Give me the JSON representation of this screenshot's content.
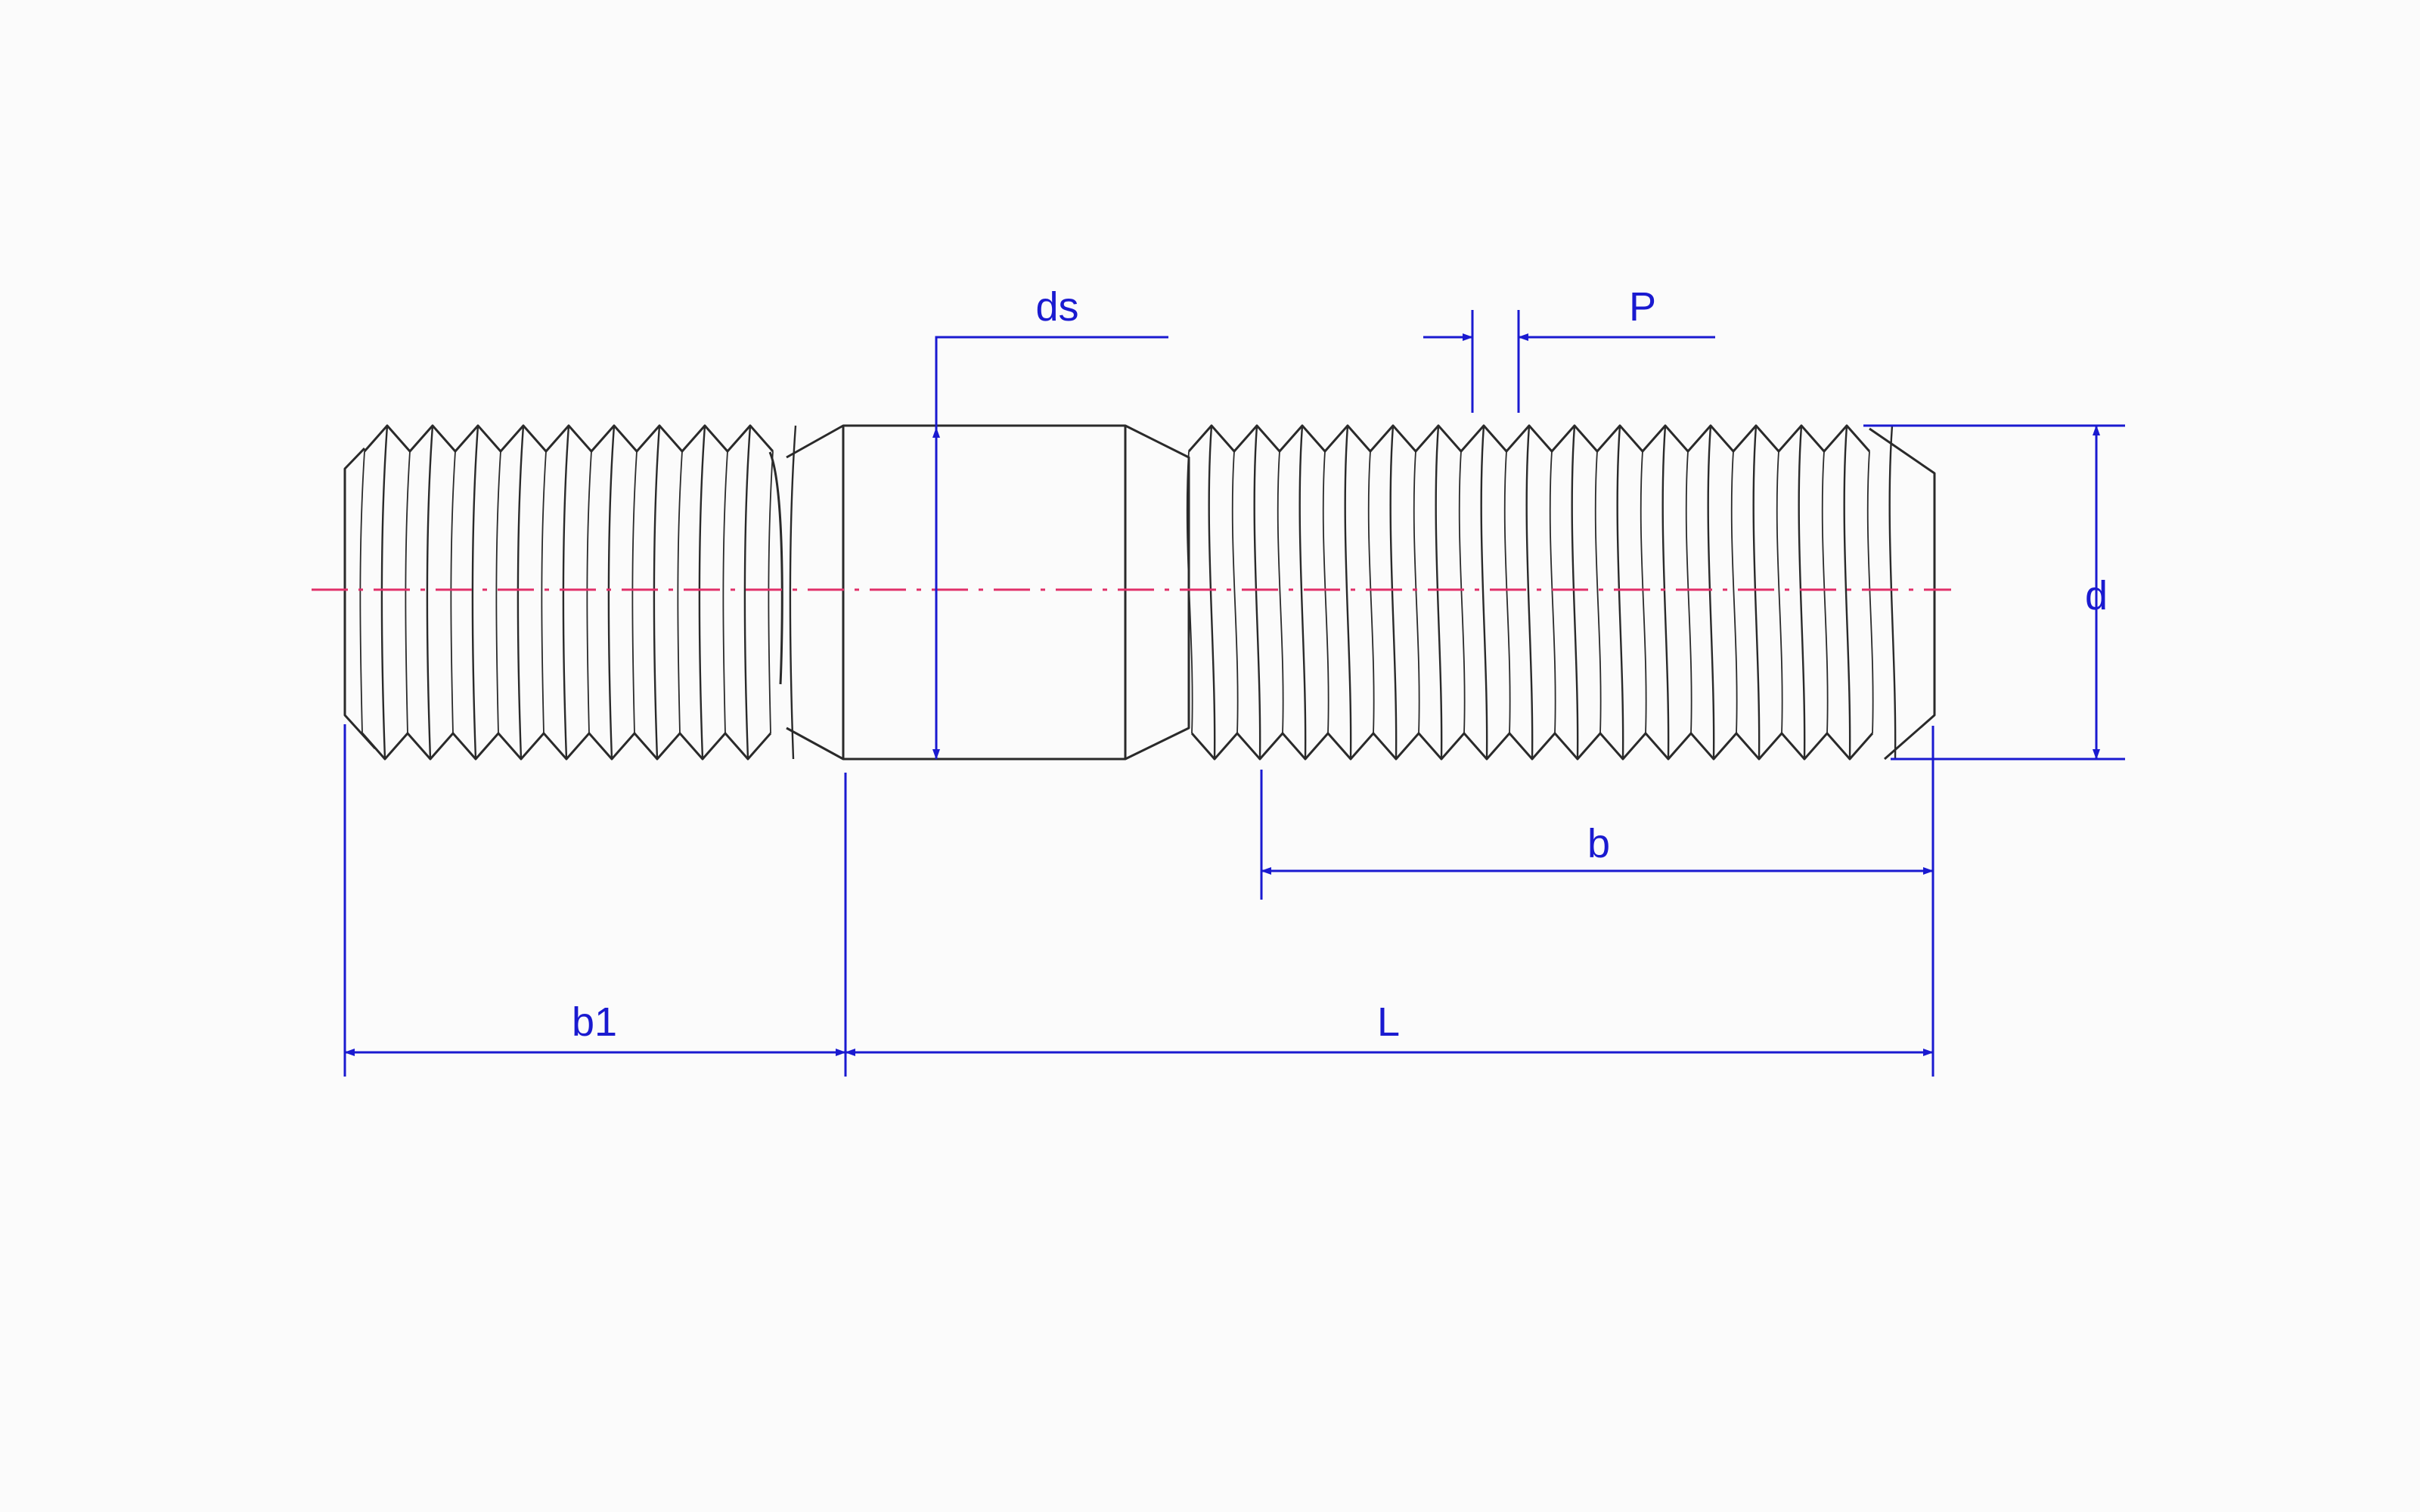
{
  "labels": {
    "ds": "ds",
    "p": "P",
    "d": "d",
    "b": "b",
    "b1": "b1",
    "l": "L"
  },
  "colors": {
    "background": "#fbfbfb",
    "outline": "#2a2a2a",
    "dimension": "#1a1ad0",
    "centerline": "#e0306a"
  }
}
